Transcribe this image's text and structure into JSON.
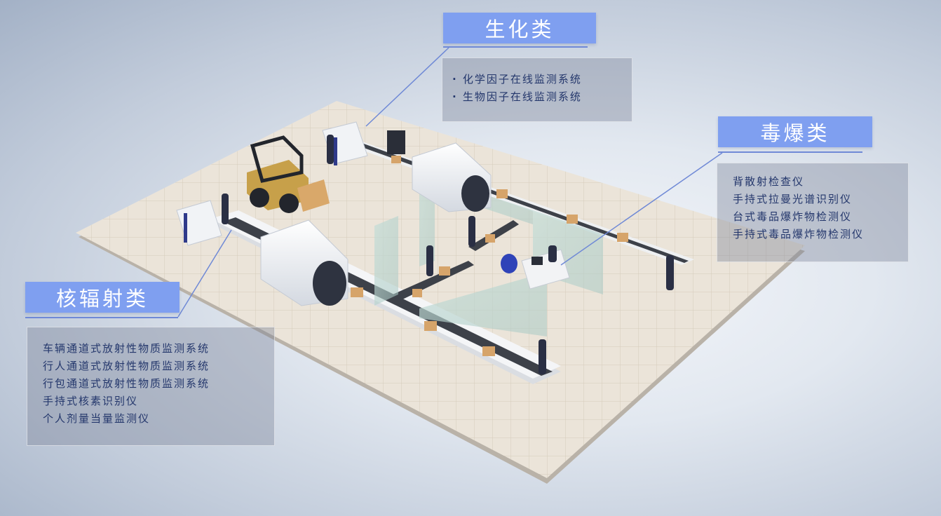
{
  "categories": {
    "biochem": {
      "title": "生化类",
      "items": [
        "化学因子在线监测系统",
        "生物因子在线监测系统"
      ]
    },
    "explosive": {
      "title": "毒爆类",
      "items": [
        "背散射检查仪",
        "手持式拉曼光谱识别仪",
        "台式毒品爆炸物检测仪",
        "手持式毒品爆炸物检测仪"
      ]
    },
    "nuclear": {
      "title": "核辐射类",
      "items": [
        "车辆通道式放射性物质监测系统",
        "行人通道式放射性物质监测系统",
        "行包通道式放射性物质监测系统",
        "手持式核素识别仪",
        "个人剂量当量监测仪"
      ]
    },
    "colors": {
      "tab": "#7f9ff0",
      "leader_line": "#6f89d6",
      "list_text": "#24376c",
      "floor": "#e8e1d6"
    }
  }
}
